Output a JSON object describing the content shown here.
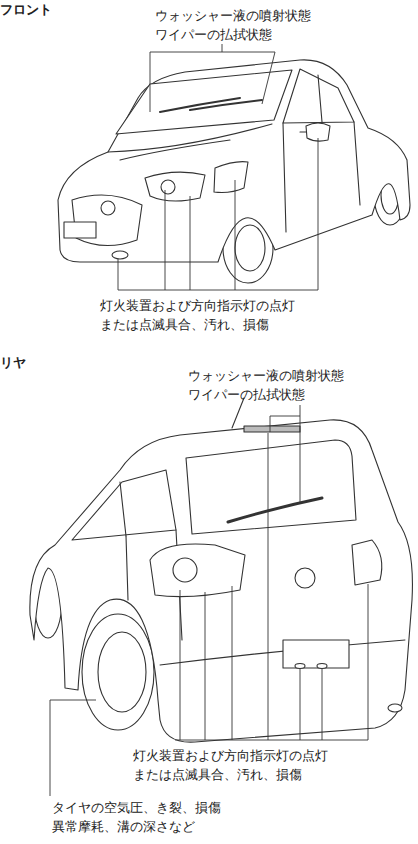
{
  "diagram": {
    "labels": [
      "フロント",
      "ウォッシャー液の噴射状態 ワイパーの払拭状態",
      "灯火装置および方向指示灯の点灯 または点滅具合、汚れ、損傷",
      "リヤ",
      "ウォッシャー液の噴射状態 ワイパーの払拭状態",
      "灯火装置および方向指示灯の点灯 または点滅具合、汚れ、損傷",
      "タイヤの空気圧、き裂、損傷 異常摩耗、溝の深さなど"
    ]
  }
}
